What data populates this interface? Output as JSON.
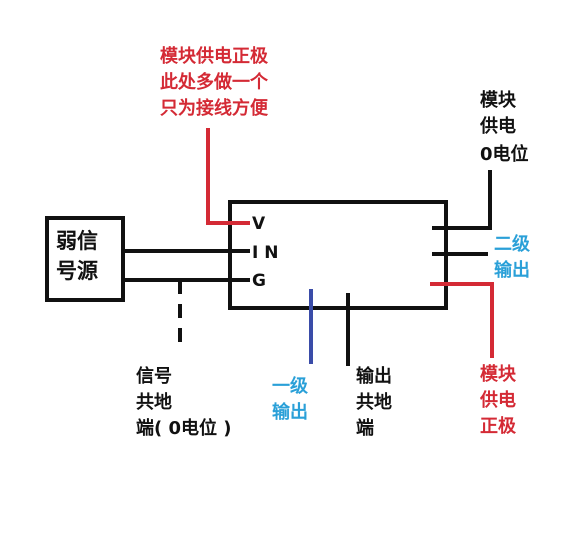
{
  "signal_source": {
    "line1": "弱信",
    "line2": "号源"
  },
  "pins": {
    "v": "V",
    "in": "I N",
    "g": "G"
  },
  "top_red_note": {
    "line1": "模块供电正极",
    "line2": "此处多做一个",
    "line3": "只为接线方便"
  },
  "zero_potential": {
    "line1": "模块",
    "line2": "供电",
    "line3": "0电位"
  },
  "second_output": {
    "line1": "二级",
    "line2": "输出"
  },
  "power_positive": {
    "line1": "模块",
    "line2": "供电",
    "line3": "正极"
  },
  "output_ground": {
    "line1": "输出",
    "line2": "共地",
    "line3": "端"
  },
  "first_output": {
    "line1": "一级",
    "line2": "输出"
  },
  "signal_ground": {
    "line1": "信号",
    "line2": "共地",
    "line3": "端( 0电位 )"
  },
  "colors": {
    "red": "#d42a35",
    "blue_wire": "#3a4ca8",
    "blue_text": "#2aa0d8",
    "black": "#111111"
  }
}
